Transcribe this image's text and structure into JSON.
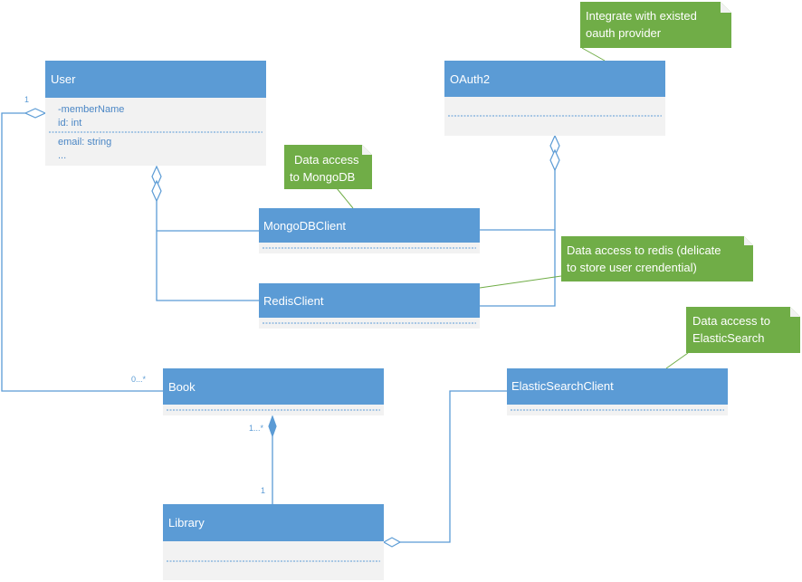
{
  "classes": {
    "user": {
      "name": "User",
      "attributes": [
        "-memberName",
        "id: int",
        "email: string",
        "..."
      ]
    },
    "oauth2": {
      "name": "OAuth2"
    },
    "mongodb_client": {
      "name": "MongoDBClient"
    },
    "redis_client": {
      "name": "RedisClient"
    },
    "book": {
      "name": "Book"
    },
    "elasticsearch_client": {
      "name": "ElasticSearchClient"
    },
    "library": {
      "name": "Library"
    }
  },
  "notes": {
    "oauth": [
      "Integrate with existed",
      "oauth provider"
    ],
    "mongodb": [
      "Data access",
      "to MongoDB"
    ],
    "redis": [
      "Data access to redis (delicate",
      "to store user crendential)"
    ],
    "elasticsearch": [
      "Data access to",
      "ElasticSearch"
    ]
  },
  "multiplicities": {
    "user_end": "1",
    "book_end": "0...*",
    "book_library_top": "1...*",
    "book_library_bottom": "1"
  },
  "colors": {
    "class_header": "#5b9bd5",
    "class_body": "#f2f2f2",
    "note": "#70ad47",
    "connector": "#5b9bd5"
  }
}
